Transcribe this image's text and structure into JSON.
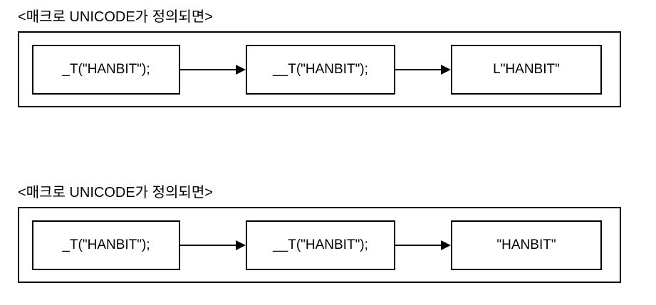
{
  "colors": {
    "line-color": "#000000",
    "bg-color": "#ffffff"
  },
  "diagrams": [
    {
      "title": "<매크로 UNICODE가 정의되면>",
      "boxes": [
        {
          "label": "_T(\"HANBIT\");"
        },
        {
          "label": "__T(\"HANBIT\");"
        },
        {
          "label": "L\"HANBIT\""
        }
      ]
    },
    {
      "title": "<매크로 UNICODE가 정의되면>",
      "boxes": [
        {
          "label": "_T(\"HANBIT\");"
        },
        {
          "label": "__T(\"HANBIT\");"
        },
        {
          "label": "\"HANBIT\""
        }
      ]
    }
  ]
}
